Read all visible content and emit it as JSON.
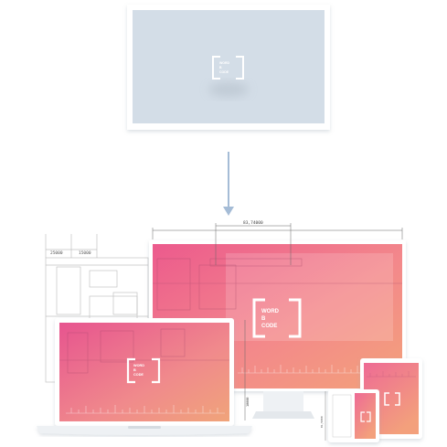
{
  "logo": {
    "line1": "WORD",
    "line2": "B",
    "line3": "CODE"
  },
  "dimensions": {
    "top_width": "83,74000",
    "left_col1": "25000",
    "left_col2": "15000",
    "monitor_side_1": "",
    "monitor_side_2": "",
    "monitor_side_3": "",
    "stand_side": "10000",
    "phone_side": "81,5000"
  },
  "colors": {
    "preview_bg": "#d3dde7",
    "gradient_start": "#ee5c8c",
    "gradient_mid": "#f58a8a",
    "gradient_end": "#f4a079",
    "frame": "#ffffff",
    "arrow": "#a5bcd6",
    "wireframe": "#b8b8b8"
  }
}
